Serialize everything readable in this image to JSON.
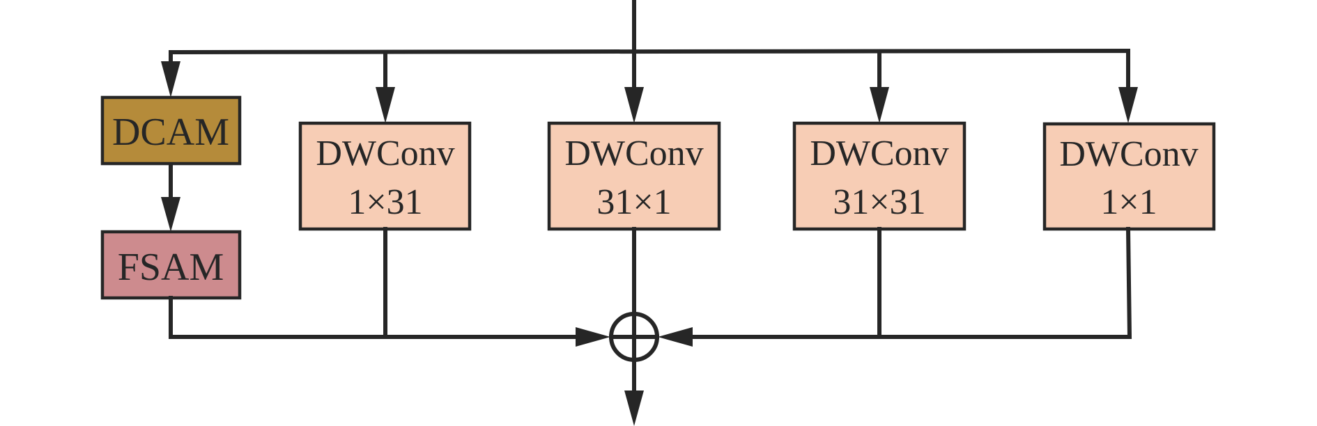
{
  "diagram": {
    "colors": {
      "stroke": "#262626",
      "dcam_fill": "#B58B3A",
      "fsam_fill": "#CD8B8E",
      "dwconv_fill": "#F7CDB5"
    },
    "attention_branch": {
      "dcam": {
        "label": "DCAM"
      },
      "fsam": {
        "label": "FSAM"
      }
    },
    "conv_branches": [
      {
        "line1": "DWConv",
        "line2": "1×31"
      },
      {
        "line1": "DWConv",
        "line2": "31×1"
      },
      {
        "line1": "DWConv",
        "line2": "31×31"
      },
      {
        "line1": "DWConv",
        "line2": "1×1"
      }
    ],
    "merge_operator": "element-wise addition (⊕)"
  }
}
